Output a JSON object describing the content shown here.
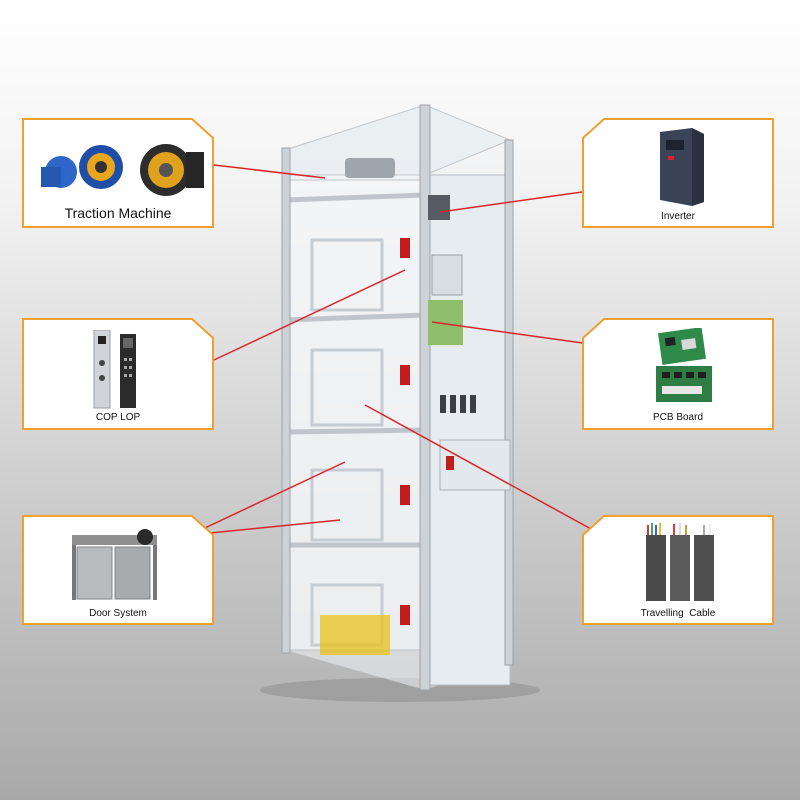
{
  "colors": {
    "frame_border": "#f0a030",
    "connector_line": "#d9262b",
    "aluminum": "#c9ced3",
    "cabinet": "#e8eef3"
  },
  "components": {
    "traction_machine": {
      "label": "Traction Machine",
      "icon": "traction-machine-icon"
    },
    "cop_lop": {
      "label": "COP LOP",
      "icon": "cop-lop-panel-icon"
    },
    "door_system": {
      "label": "Door System",
      "icon": "door-system-icon"
    },
    "inverter": {
      "label": "Inverter",
      "icon": "inverter-icon"
    },
    "pcb_board": {
      "label": "PCB Board",
      "icon": "pcb-board-icon"
    },
    "travelling_cable": {
      "label": "Travelling  Cable",
      "icon": "travelling-cable-icon"
    }
  }
}
